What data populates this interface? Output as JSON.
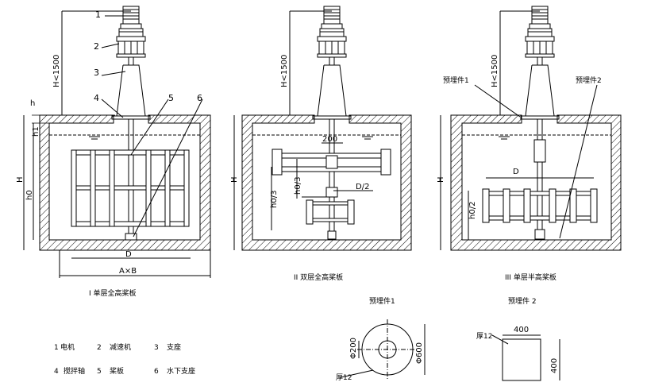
{
  "views": [
    {
      "caption": "I 单层全高桨板",
      "leaders": [
        "1",
        "2",
        "3",
        "4",
        "5",
        "6"
      ],
      "dims": {
        "h_lt_1500": "H<1500",
        "h": "h",
        "h1": "h1",
        "H": "H",
        "h0": "h0",
        "D": "D",
        "AxB": "A×B"
      }
    },
    {
      "caption": "II 双层全高桨板",
      "dims": {
        "h_lt_1500": "H<1500",
        "H": "H",
        "h0_3a": "h0/3",
        "h0_3b": "h0/3",
        "d200": "200",
        "d_half": "D/2"
      }
    },
    {
      "caption": "III 单层半高桨板",
      "embed_labels": [
        "预埋件1",
        "预埋件2"
      ],
      "dims": {
        "h_lt_1500": "H<1500",
        "H": "H",
        "D": "D",
        "h0_2": "h0/2"
      }
    }
  ],
  "details": [
    {
      "title": "预埋件1",
      "dim_a": "Φ200",
      "dim_b": "Φ600",
      "thick": "厚12"
    },
    {
      "title": "预埋件 2",
      "dim_a": "400",
      "dim_b": "400",
      "thick": "厚12"
    }
  ],
  "legend": [
    {
      "num": "1",
      "text": "电机"
    },
    {
      "num": "2",
      "text": "减速机"
    },
    {
      "num": "3",
      "text": "支座"
    },
    {
      "num": "4",
      "text": "搅拌轴"
    },
    {
      "num": "5",
      "text": "桨板"
    },
    {
      "num": "6",
      "text": "水下支座"
    }
  ]
}
